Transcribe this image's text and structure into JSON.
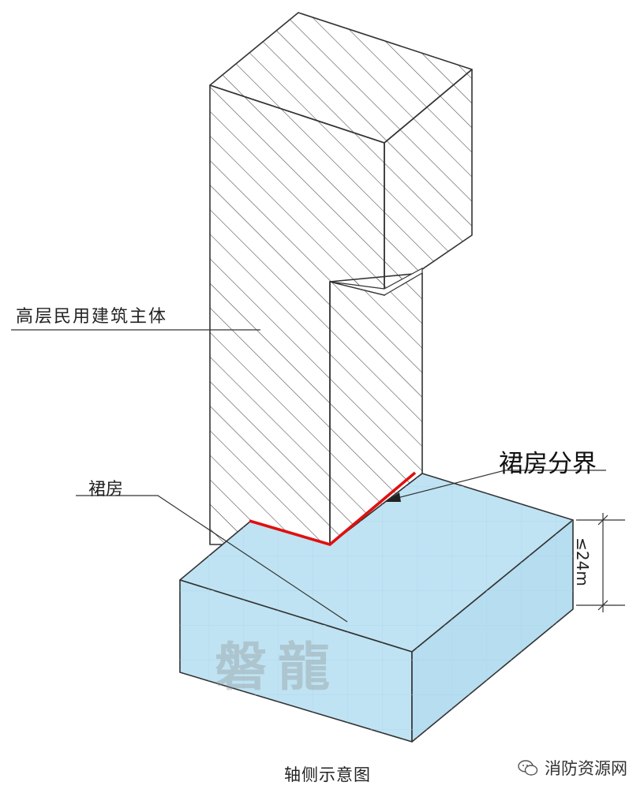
{
  "labels": {
    "main_building": "高层民用建筑主体",
    "podium": "裙房",
    "podium_boundary": "裙房分界",
    "height_limit": "≤24m",
    "caption": "轴侧示意图"
  },
  "watermark": "磐龍",
  "source": {
    "icon": "wechat-icon",
    "text": "消防资源网"
  },
  "colors": {
    "podium_fill": "#bfe3f3",
    "boundary_line": "#e01010",
    "hatch": "#444444"
  }
}
